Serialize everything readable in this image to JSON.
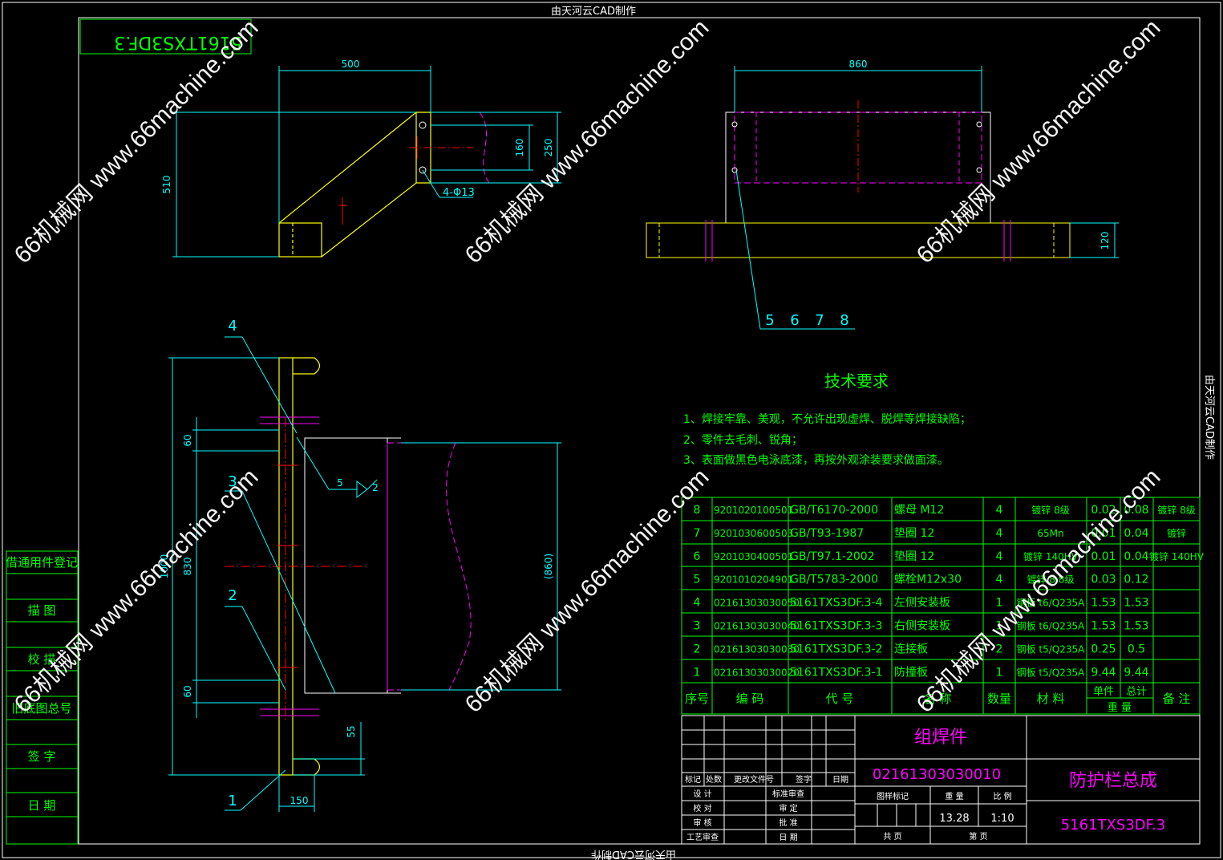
{
  "sheet": {
    "header_text": "由天河云CAD制作",
    "footer_text": "由天河云CAD制作",
    "side_text": "由天河云CAD制作",
    "stamp": "5161TXS3DF.3"
  },
  "watermark": "66机械网 www.66machine.com",
  "left_strip": [
    "借通用件登记",
    "描  图",
    "校  描",
    "旧底图总号",
    "签  字",
    "日  期"
  ],
  "views": {
    "side": {
      "dim_top": "500",
      "dim_left": "510",
      "dim_right_outer": "250",
      "dim_right_inner": "160",
      "hole_note": "4-Φ13"
    },
    "top": {
      "dim_top": "860",
      "dim_right": "120",
      "balloons": [
        "5",
        "6",
        "7",
        "8"
      ]
    },
    "front": {
      "dim_60_top": "60",
      "dim_830": "830",
      "dim_total": "1000",
      "dim_60_bottom": "60",
      "dim_55": "55",
      "dim_150": "150",
      "dim_860": "(860)",
      "weld_5": "5",
      "weld_2": "2",
      "balloons": [
        "4",
        "3",
        "2",
        "1"
      ]
    }
  },
  "requirements": {
    "title": "技术要求",
    "items": [
      "1、焊接牢靠、美观，不允许出现虚焊、脱焊等焊接缺陷；",
      "2、零件去毛刺、锐角；",
      "3、表面做黑色电泳底漆，再按外观涂装要求做面漆。"
    ]
  },
  "bom": {
    "rows": [
      [
        "8",
        "9201020100501",
        "GB/T6170-2000",
        "螺母 M12",
        "4",
        "镀锌 8级",
        "0.02",
        "0.08",
        "镀锌 8级"
      ],
      [
        "7",
        "9201030600503",
        "GB/T93-1987",
        "垫圈 12",
        "4",
        "65Mn",
        "0.01",
        "0.04",
        "镀锌"
      ],
      [
        "6",
        "9201030400501",
        "GB/T97.1-2002",
        "垫圈 12",
        "4",
        "镀锌 140HV",
        "0.01",
        "0.04",
        "镀锌 140HV"
      ],
      [
        "5",
        "9201010204901",
        "GB/T5783-2000",
        "螺栓M12x30",
        "4",
        "镀锌 8.8级",
        "0.03",
        "0.12",
        ""
      ],
      [
        "4",
        "02161303030050",
        "5161TXS3DF.3-4",
        "左侧安装板",
        "1",
        "钢板 t6/Q235A",
        "1.53",
        "1.53",
        ""
      ],
      [
        "3",
        "02161303030040",
        "5161TXS3DF.3-3",
        "右侧安装板",
        "1",
        "钢板 t6/Q235A",
        "1.53",
        "1.53",
        ""
      ],
      [
        "2",
        "02161303030030",
        "5161TXS3DF.3-2",
        "连接板",
        "2",
        "钢板 t5/Q235A",
        "0.25",
        "0.5",
        ""
      ],
      [
        "1",
        "02161303030020",
        "5161TXS3DF.3-1",
        "防撞板",
        "1",
        "钢板 t5/Q235A",
        "9.44",
        "9.44",
        ""
      ]
    ],
    "header": {
      "seq": "序号",
      "code": "编  码",
      "part": "代  号",
      "name": "名  称",
      "qty": "数量",
      "material": "材  料",
      "unit": "单件",
      "total": "总计",
      "weight": "重  量",
      "note": "备  注"
    }
  },
  "title_block": {
    "kind": "组焊件",
    "code": "02161303030010",
    "name": "防护栏总成",
    "drawing_no": "5161TXS3DF.3",
    "weight": "13.28",
    "scale": "1:10",
    "labels": {
      "mark": "标记",
      "count": "处数",
      "change_doc": "更改文件号",
      "sign": "签字",
      "date": "日期",
      "design": "设  计",
      "check": "校  对",
      "review": "审  核",
      "process": "工艺审查",
      "std": "标准审查",
      "audit": "审  定",
      "approve": "批  准",
      "date2": "日  期",
      "stage": "图样标记",
      "weight_l": "重  量",
      "scale_l": "比  例",
      "sheets": "共      页",
      "sheet": "第      页"
    }
  },
  "colors": {
    "green": "#00ff00",
    "cyan": "#00ffff",
    "magenta": "#ff00ff",
    "red": "#ff0000",
    "yellow": "#ffff00",
    "white": "#ffffff"
  }
}
